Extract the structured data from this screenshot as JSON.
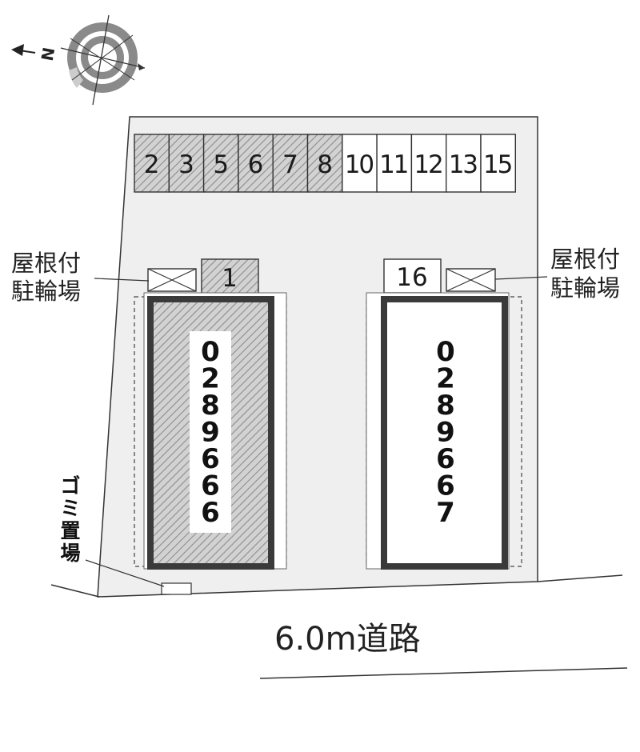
{
  "compass": {
    "direction_label": "N",
    "icon": "north-arrow-compass-icon"
  },
  "parking": {
    "stalls_top": [
      {
        "label": "2",
        "occupied": true
      },
      {
        "label": "3",
        "occupied": true
      },
      {
        "label": "5",
        "occupied": true
      },
      {
        "label": "6",
        "occupied": true
      },
      {
        "label": "7",
        "occupied": true
      },
      {
        "label": "8",
        "occupied": true
      },
      {
        "label": "10",
        "occupied": false
      },
      {
        "label": "11",
        "occupied": false
      },
      {
        "label": "12",
        "occupied": false
      },
      {
        "label": "13",
        "occupied": false
      },
      {
        "label": "15",
        "occupied": false
      }
    ],
    "stall_1": {
      "label": "1",
      "occupied": true
    },
    "stall_16": {
      "label": "16",
      "occupied": false
    }
  },
  "bike_parking": {
    "left": {
      "line1": "屋根付",
      "line2": "駐輪場"
    },
    "right": {
      "line1": "屋根付",
      "line2": "駐輪場"
    }
  },
  "buildings": [
    {
      "id": "0289666",
      "digits": [
        "0",
        "2",
        "8",
        "9",
        "6",
        "6",
        "6"
      ],
      "highlighted": true
    },
    {
      "id": "0289667",
      "digits": [
        "0",
        "2",
        "8",
        "9",
        "6",
        "6",
        "7"
      ],
      "highlighted": false
    }
  ],
  "garbage": {
    "chars": [
      "ゴ",
      "ミ",
      "置",
      "場"
    ]
  },
  "road": {
    "label": "6.0m道路"
  },
  "colors": {
    "lot_fill": "#efefef",
    "hatch": "#999999",
    "building_border": "#3a3a3a",
    "ink": "#1a1a1a"
  }
}
